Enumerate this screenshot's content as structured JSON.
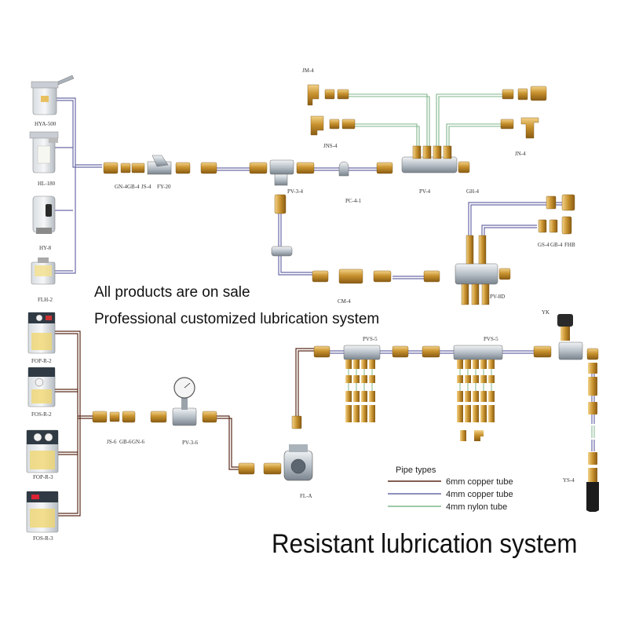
{
  "headline": {
    "line1": "All products are on sale",
    "line2": "Professional customized lubrication system"
  },
  "title": "Resistant lubrication system",
  "legend": {
    "title": "Pipe types",
    "items": [
      {
        "label": "6mm copper tube",
        "color": "#5a2a1a"
      },
      {
        "label": "4mm copper tube",
        "color": "#6a6aa8"
      },
      {
        "label": "4mm nylon tube",
        "color": "#7fb58a"
      }
    ]
  },
  "pumps": {
    "hya500": "HYA-500",
    "hl180": "HL-180",
    "hy8": "HY-8",
    "flh2": "FLH-2",
    "fopr2": "FOP-R-2",
    "fosr2": "FOS-R-2",
    "fopr3": "FOP-R-3",
    "fosr3": "FOS-R-3"
  },
  "parts": {
    "gn4": "GN-4",
    "gb4": "GB-4",
    "js4": "JS-4",
    "fy20": "FY-20",
    "pv34": "PV-3-4",
    "pc41": "PC-4-1",
    "pv4": "PV-4",
    "gh4": "GH-4",
    "jm4": "JM-4",
    "jns4": "JNS-4",
    "jn4": "JN-4",
    "gs4": "GS-4",
    "gb4b": "GB-4",
    "fhb": "FHB",
    "cm4": "CM-4",
    "pv8d": "PV-8D",
    "yk": "YK",
    "pvs5a": "PVS-5",
    "pvs5b": "PVS-5",
    "js6": "JS-6",
    "gb6": "GB-6",
    "gn6": "GN-6",
    "pv36": "PV-3-6",
    "fla": "FL-A",
    "ys4": "YS-4"
  }
}
